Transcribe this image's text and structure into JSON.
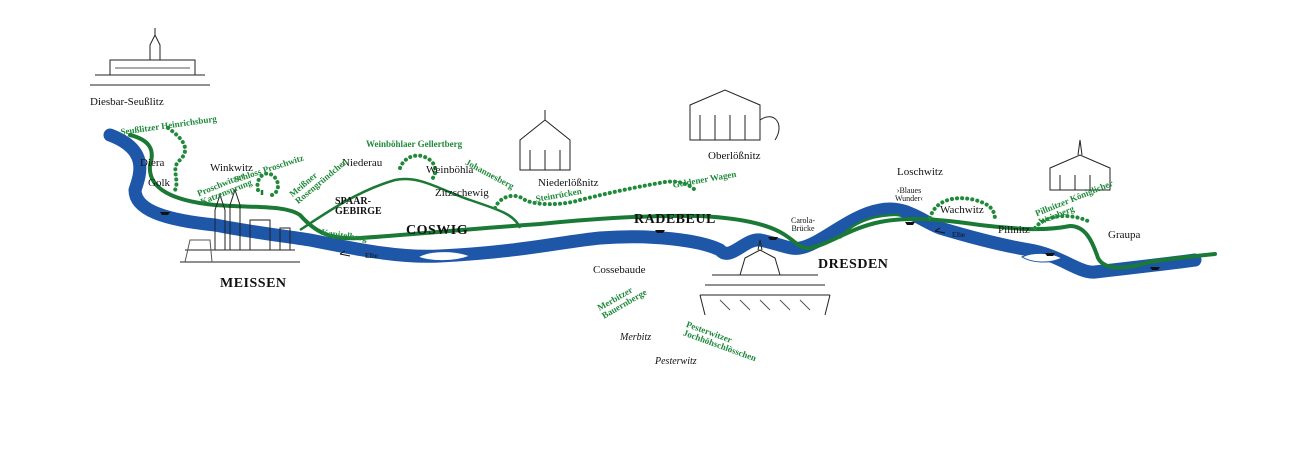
{
  "map": {
    "river_color": "#1e56a8",
    "route_color": "#1a7a35",
    "vineyard_color": "#1f8a3a"
  },
  "places": {
    "diesbar": "Diesbar-Seußlitz",
    "diera": "Diera",
    "golk": "Golk",
    "winkwitz": "Winkwitz",
    "niederau": "Niederau",
    "weinboehla": "Weinböhla",
    "zitzschewig": "Zitzschewig",
    "niederloessnitz": "Niederlößnitz",
    "oberloessnitz": "Oberlößnitz",
    "loschwitz": "Loschwitz",
    "blaues_wunder": "›Blaues Wunder‹",
    "carola": "Carola-Brücke",
    "pillnitz": "Pillnitz",
    "wachwitz": "Wachwitz",
    "graupa": "Graupa",
    "cossebaude": "Cossebaude",
    "merbitz": "Merbitz",
    "pesterwitz": "Pesterwitz",
    "spaargebirge": "SPAAR-GEBIRGE",
    "elbe": "Elbe"
  },
  "cities": {
    "meissen": "MEISSEN",
    "coswig": "COSWIG",
    "radebeul": "RADEBEUL",
    "dresden": "DRESDEN"
  },
  "vineyards": {
    "seusslitzer": "Seußlitzer Heinrichsburg",
    "schloss_proschwitz": "Schloss Proschwitz",
    "proschwitzer": "Proschwitzer Katzensprung",
    "meissner": "Meißner Rosengründchen",
    "kapitelberg": "Kapitelberg",
    "gellertberg": "Weinböhlaer Gellertberg",
    "johannesberg": "Johannesberg",
    "steinruecken": "Steinrücken",
    "goldener_wagen": "Goldener Wagen",
    "koeniglicher": "Pillnitzer Königlicher Weinberg",
    "merbitzer": "Merbitzer Bauernberge",
    "pesterwitzer": "Pesterwitzer Jochhöhschlösschen"
  }
}
